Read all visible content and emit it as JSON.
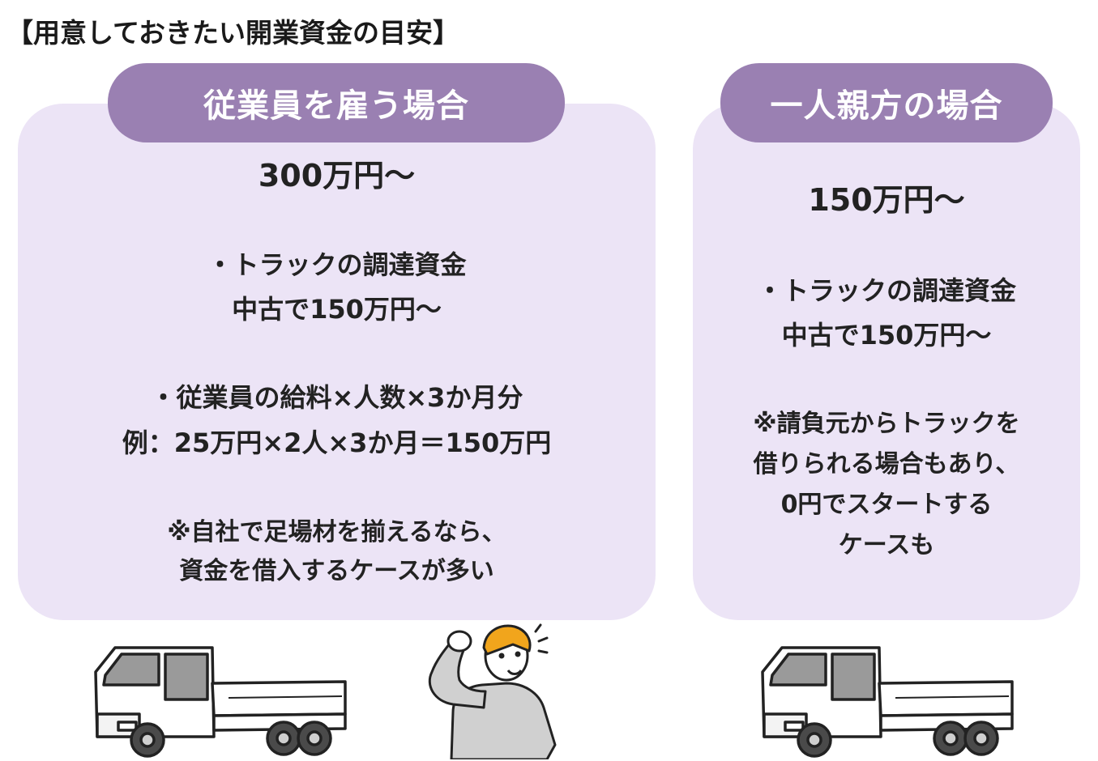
{
  "title": "【用意しておきたい開業資金の目安】",
  "colors": {
    "card_bg": "#ece4f6",
    "pill_bg": "#9a80b2",
    "text": "#222222",
    "helmet": "#f1a51c"
  },
  "employee_case": {
    "header": "従業員を雇う場合",
    "amount": "300万円〜",
    "truck_item": "・トラックの調達資金",
    "truck_detail": "中古で150万円〜",
    "salary_item": "・従業員の給料×人数×3か月分",
    "salary_example": "例：25万円×2人×3か月＝150万円",
    "note_line1": "※自社で足場材を揃えるなら、",
    "note_line2": "資金を借入するケースが多い"
  },
  "solo_case": {
    "header": "一人親方の場合",
    "amount": "150万円〜",
    "truck_item": "・トラックの調達資金",
    "truck_detail": "中古で150万円〜",
    "note_line1": "※請負元からトラックを",
    "note_line2": "借りられる場合もあり、",
    "note_line3": "0円でスタートする",
    "note_line4": "ケースも"
  },
  "illustrations": [
    "truck-illustration",
    "worker-illustration",
    "truck-illustration"
  ]
}
